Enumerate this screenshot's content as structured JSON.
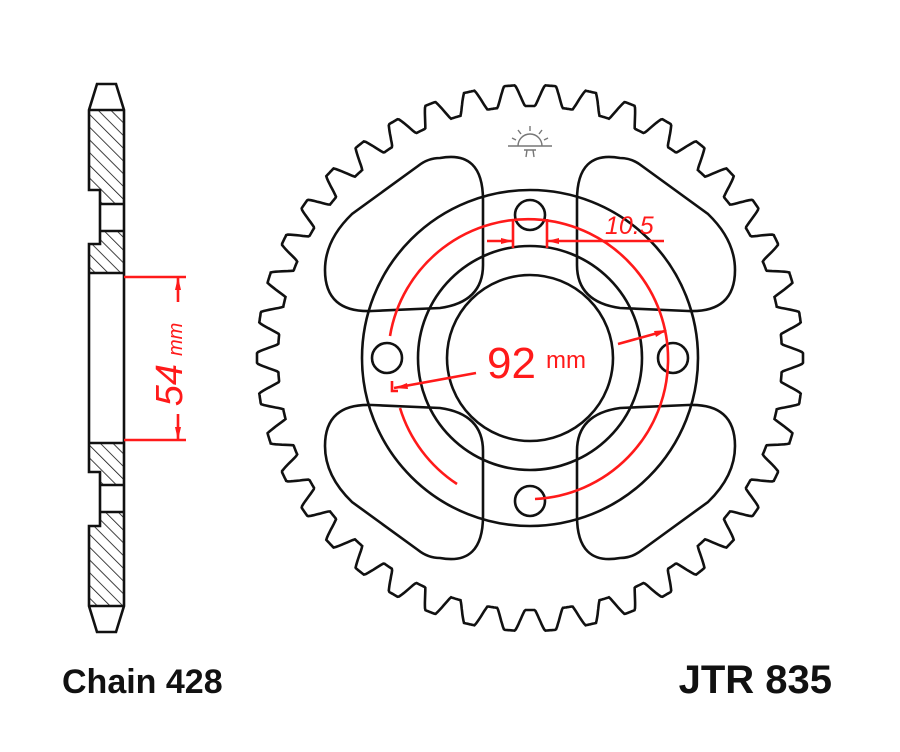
{
  "labels": {
    "chain": "Chain 428",
    "part_number": "JTR 835",
    "pcd": "92",
    "pcd_unit": "mm",
    "bore": "54",
    "bore_unit": "mm",
    "bolt_hole": "10.5"
  },
  "sprocket": {
    "bolt_holes": 4,
    "windows": 4
  },
  "colors": {
    "outline": "#111111",
    "dimension": "#ff1a1a",
    "background": "#ffffff"
  },
  "logo": {
    "icon": "sun-logo-icon"
  }
}
